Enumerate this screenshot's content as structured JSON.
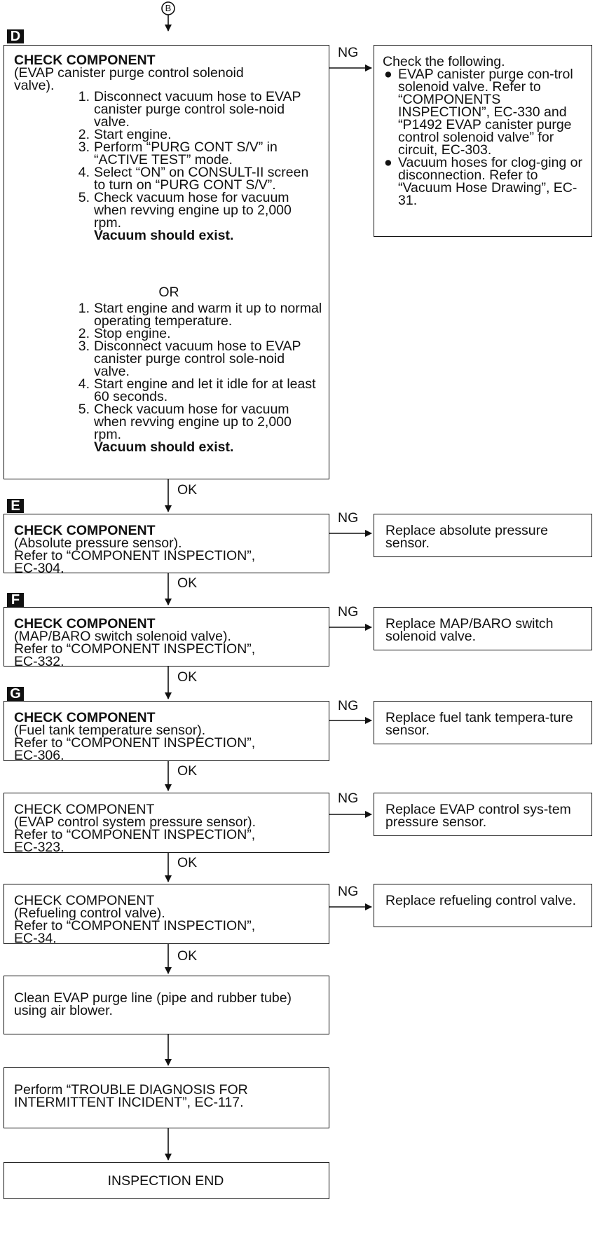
{
  "connector": "B",
  "step_marks": {
    "d": "D",
    "e": "E",
    "f": "F",
    "g": "G"
  },
  "labels": {
    "ng": "NG",
    "ok": "OK",
    "or": "OR"
  },
  "boxD": {
    "title": "CHECK COMPONENT",
    "subtitle1": "(EVAP canister purge control solenoid",
    "subtitle2": "valve).",
    "consult_steps": [
      {
        "n": "1.",
        "t": "Disconnect vacuum hose to EVAP canister purge control sole-noid valve."
      },
      {
        "n": "2.",
        "t": "Start engine."
      },
      {
        "n": "3.",
        "t": "Perform “PURG CONT S/V” in “ACTIVE TEST” mode."
      },
      {
        "n": "4.",
        "t": "Select “ON” on CONSULT-II screen to turn on “PURG CONT S/V”."
      },
      {
        "n": "5.",
        "t": "Check vacuum hose for vacuum when revving engine up to 2,000 rpm."
      }
    ],
    "consult_result": "Vacuum should exist.",
    "noconsult_steps": [
      {
        "n": "1.",
        "t": "Start engine and warm it up to normal operating temperature."
      },
      {
        "n": "2.",
        "t": "Stop engine."
      },
      {
        "n": "3.",
        "t": "Disconnect vacuum hose to EVAP canister purge control sole-noid valve."
      },
      {
        "n": "4.",
        "t": "Start engine and let it idle for at least 60 seconds."
      },
      {
        "n": "5.",
        "t": "Check vacuum hose for vacuum when revving engine up to 2,000 rpm."
      }
    ],
    "noconsult_result": "Vacuum should exist."
  },
  "ngD": {
    "intro": "Check the following.",
    "items": [
      "EVAP canister purge con-trol solenoid valve. Refer to “COMPONENTS INSPECTION”, EC-330 and “P1492 EVAP canister purge control solenoid valve” for circuit, EC-303.",
      "Vacuum hoses for clog-ging or disconnection. Refer to “Vacuum Hose Drawing”, EC-31."
    ]
  },
  "boxE": {
    "title": "CHECK COMPONENT",
    "l1": "(Absolute pressure sensor).",
    "l2": "Refer to “COMPONENT INSPECTION”,",
    "l3": "EC-304."
  },
  "ngE": "Replace absolute pressure sensor.",
  "boxF": {
    "title": "CHECK COMPONENT",
    "l1": "(MAP/BARO switch solenoid valve).",
    "l2": "Refer to “COMPONENT INSPECTION”,",
    "l3": "EC-332."
  },
  "ngF": "Replace MAP/BARO switch solenoid valve.",
  "boxG": {
    "title": "CHECK COMPONENT",
    "l1": "(Fuel tank temperature sensor).",
    "l2": "Refer to “COMPONENT INSPECTION”,",
    "l3": "EC-306."
  },
  "ngG": "Replace fuel tank tempera-ture sensor.",
  "boxH": {
    "title": "CHECK COMPONENT",
    "l1": "(EVAP control system pressure sensor).",
    "l2": "Refer to “COMPONENT INSPECTION”,",
    "l3": "EC-323."
  },
  "ngH": "Replace EVAP control sys-tem pressure sensor.",
  "boxI": {
    "title": "CHECK COMPONENT",
    "l1": "(Refueling control valve).",
    "l2": "Refer to “COMPONENT INSPECTION”,",
    "l3": "EC-34."
  },
  "ngI": "Replace refueling control valve.",
  "boxJ": "Clean EVAP purge line (pipe and rubber tube) using air blower.",
  "boxK": "Perform “TROUBLE DIAGNOSIS FOR INTERMITTENT INCIDENT”, EC-117.",
  "boxEnd": "INSPECTION END"
}
